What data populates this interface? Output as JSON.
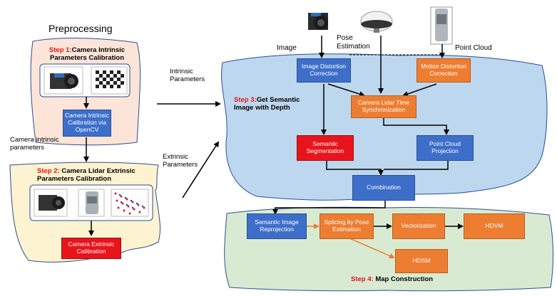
{
  "title": "Preprocessing",
  "step1": {
    "tag": "Step 1:",
    "title": "Camera Intrinsic Parameters Calibration",
    "box": "Camera Intrinsic Calibration via OpenCV"
  },
  "step2": {
    "tag": "Step 2:",
    "title": "Camera Lidar Extrinsic Parameters Calibration",
    "box": "Camera Extrinsic Calibration"
  },
  "step3": {
    "tag": "Step 3:",
    "title": "Get Semantic Image with Depth"
  },
  "step4": {
    "tag": "Step 4:",
    "title": "Map Construction"
  },
  "side_labels": {
    "camera_intrinsic": "Camera intrinsic parameters",
    "intrinsic": "Intrinsic Parameters",
    "extrinsic": "Extrinsic Parameters"
  },
  "inputs": {
    "image": "Image",
    "pose": "Pose Estimation",
    "point_cloud": "Point Cloud"
  },
  "nodes": {
    "image_distortion": "Image Distortion Correction",
    "motion_distortion": "Motion Distortion Correction",
    "time_sync": "Camera Lidar Time Synchronization",
    "semantic_seg": "Semantic Segmentation",
    "pc_projection": "Point Cloud Projection",
    "combination": "Combination",
    "reprojection": "Semantic Image Reprojection",
    "splicing": "Splicing by Pose Estimation",
    "vectorization": "Vectorization",
    "hdvm": "HDVM",
    "hdsm": "HDSM"
  },
  "colors": {
    "blue_box": "#3d6fca",
    "orange_box": "#ed7d31",
    "red_box": "#e8141b",
    "step1_bg": "#fce5d8",
    "step2_bg": "#fdf3d0",
    "step3_bg": "#bdd7ee",
    "step4_bg": "#d9ead3"
  },
  "icons": [
    "camera-icon",
    "checkerboard-icon",
    "lidar-icon",
    "gnss-antenna-icon",
    "point-cloud-icon"
  ]
}
